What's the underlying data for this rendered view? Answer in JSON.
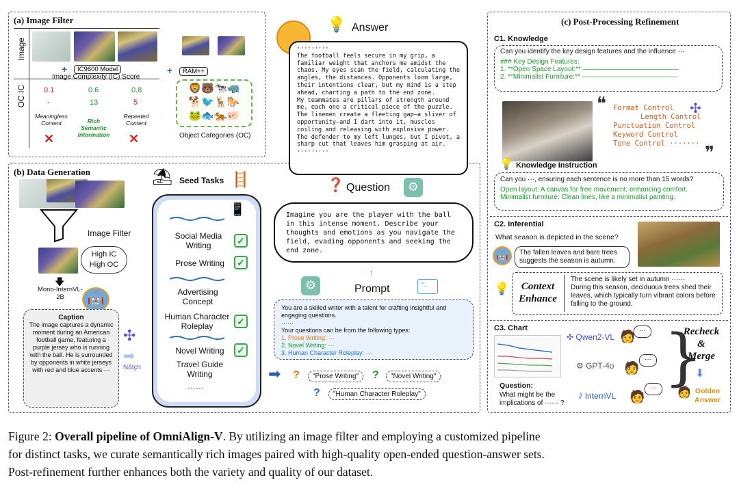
{
  "image_filter": {
    "title": "(a) Image Filter",
    "row_image": "Image",
    "row_ocic": "OC IC",
    "ic_model": "IC9600 Model",
    "ic_score_label": "Image Complexity (IC) Score",
    "ram_label": "RAM++",
    "ic_scores": [
      "0.1",
      "0.6",
      "0.8"
    ],
    "oc_values": [
      "-",
      "13",
      "5"
    ],
    "bottom_labels": [
      "Meaningless Content",
      "Rich Semantic Information",
      "Repeated Content"
    ],
    "oc_label": "Object Categories (OC)"
  },
  "data_generation": {
    "title": "(b) Data Generation",
    "image_filter_label": "Image Filter",
    "high_ic": "High IC",
    "high_oc": "High OC",
    "model": "Mono-InternVL-2B",
    "caption_title": "Caption",
    "caption_text": "The image captures a dynamic moment during an American football game, featuring a purple jersey who is running with the ball. He is surrounded by opponents in white jerseys with red and blue accents ···",
    "seed_tasks_title": "Seed Tasks",
    "seed_tasks": [
      "Social Media Writing",
      "Prose Writing",
      "Advertising Concept",
      "Human Character Roleplay",
      "Novel Writing",
      "Travel Guide Writing",
      "······"
    ],
    "nav_label": "Năṭçh"
  },
  "answer": {
    "title": "Answer",
    "text": "·········\nThe football feels secure in my grip, a familiar weight that anchors me amidst the chaos. My eyes scan the field, calculating the angles, the distances. Opponents loom large, their intentions clear, but my mind is a step ahead, charting a path to the end zone.\nMy teammates are pillars of strength around me, each one a critical piece of the puzzle. The linemen create a fleeting gap—a sliver of opportunity—and I dart into it, muscles coiling and releasing with explosive power. The defender to my left lunges, but I pivot, a sharp cut that leaves him grasping at air.\n·········"
  },
  "question": {
    "title": "Question",
    "text": "Imagine you are the player with the ball in this intense moment. Describe your thoughts and emotions as you navigate the field, evading opponents and seeking the end zone."
  },
  "prompt": {
    "title": "Prompt",
    "line1": "You are a skilled writer with a talent for crafting insightful and engaging questions.",
    "line2": "······",
    "line3": "Your questions can be from the following types:",
    "items": [
      "1.   Prose Writing: ···",
      "2.   Novel Writing: ···",
      "3.   Human Character Roleplay: ···"
    ],
    "tags": [
      "\"Prose Writing\"",
      "\"Novel Writing\"",
      "\"Human Character Roleplay\""
    ]
  },
  "post": {
    "title": "(c) Post-Processing Refinement",
    "c1": "C1. Knowledge",
    "k_question": "Can you identify the key design features and the influence ···",
    "k_heading": "### Key Design Features:",
    "k_item1": "1.   **Open Space Layout:** ——————————————",
    "k_item2": "2.   **Minimalist Furniture:** ——————————————",
    "controls": [
      "Format Control",
      "Length Control",
      "Punctuation Control",
      "Keyword Control",
      "Tone Control  ·······"
    ],
    "ki_title": "Knowledge Instruction",
    "ki_question": "Can you ···, ensuring each sentence is no more than 15 words?",
    "ki_ans1": "Open layout: A canvas for free movement, enhancing comfort.",
    "ki_ans2": "Minimalist furniture: Clean lines, like a minimalist painting.",
    "c2": "C2. Inferential",
    "inf_question": "What season is depicted in the scene?",
    "inf_answer": "The fallen leaves and bare trees suggests the season is autumn.",
    "ctx_label": "Context Enhance",
    "ctx_text1": "The scene is likely set in autumn ······",
    "ctx_text2": "During this season, deciduous trees shed their leaves, which typically turn vibrant colors before falling to the ground.",
    "c3": "C3. Chart",
    "chart_q_label": "Question:",
    "chart_q": "What might be the implications of ······ ?",
    "models": [
      "Qwen2-VL",
      "GPT-4o",
      "InternVL"
    ],
    "recheck": "Recheck",
    "amp": "&",
    "merge": "Merge",
    "golden": "Golden",
    "answer": "Answer"
  },
  "figure_caption": {
    "prefix": "Figure 2: ",
    "bold": "Overall pipeline of OmniAlign-V",
    "line1_rest": ". By utilizing an image filter and employing a customized pipeline",
    "line2": "for distinct tasks, we curate semantically rich images paired with high-quality open-ended question-answer sets.",
    "line3": "Post-refinement further enhances both the variety and quality of our dataset."
  }
}
